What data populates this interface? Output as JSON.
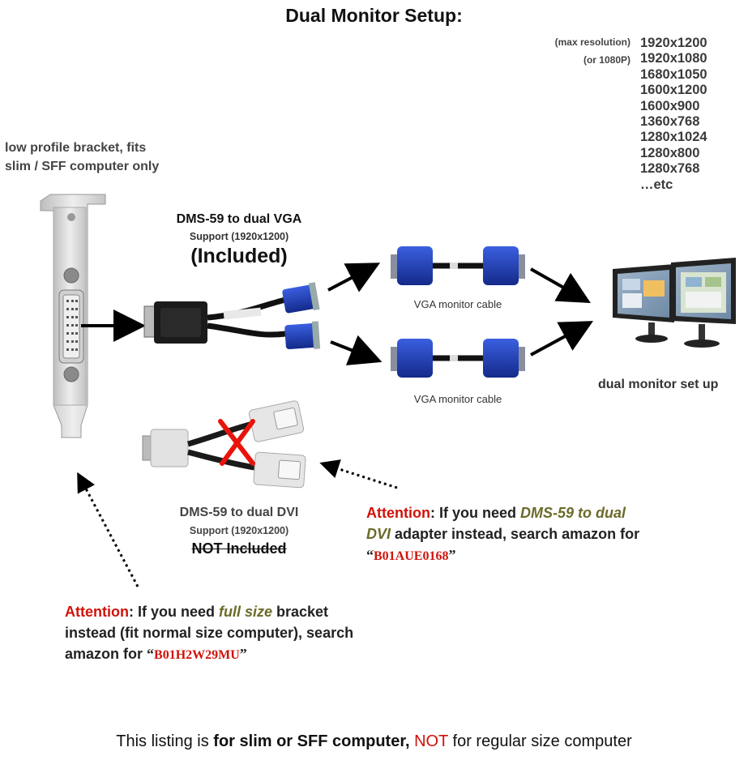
{
  "title": "Dual Monitor Setup:",
  "resolution": {
    "max_note": "(max resolution)",
    "alt_note": "(or 1080P)",
    "list": [
      "1920x1200",
      "1920x1080",
      "1680x1050",
      "1600x1200",
      "1600x900",
      "1360x768",
      "1280x1024",
      "1280x800",
      "1280x768",
      "…etc"
    ]
  },
  "bracket": {
    "caption_line1": "low profile bracket, fits",
    "caption_line2": "slim / SFF computer only"
  },
  "vga_adapter": {
    "line1": "DMS-59 to dual VGA",
    "line2": "Support (1920x1200)",
    "line3": "(Included)"
  },
  "cables": {
    "top_label": "VGA monitor cable",
    "bottom_label": "VGA monitor cable"
  },
  "monitors": {
    "label": "dual monitor set up"
  },
  "dvi_adapter": {
    "line1": "DMS-59 to dual DVI",
    "line2": "Support (1920x1200)",
    "line3": "NOT Included"
  },
  "attention_dvi": {
    "prefix": "Attention",
    "text1": ": If you need ",
    "highlight1": "DMS-59 to dual",
    "highlight2": "DVI",
    "text2": " adapter instead, search amazon for",
    "quote_open": "“",
    "code": "B01AUE0168",
    "quote_close": "”"
  },
  "attention_bracket": {
    "prefix": "Attention",
    "text1": ": If you need ",
    "highlight": "full size",
    "text2": " bracket",
    "line2": "instead (fit normal size computer), search",
    "line3_prefix": "amazon for ",
    "quote_open": "“",
    "code": "B01H2W29MU",
    "quote_close": "”"
  },
  "footer": {
    "text1": "This listing is ",
    "bold": "for slim or SFF computer, ",
    "red": "NOT",
    "text2": " for regular size computer"
  },
  "colors": {
    "accent_red": "#d0120a",
    "olive": "#6b6b2a",
    "vga_blue": "#1f3fb8",
    "metal": "#d8d8d8"
  }
}
